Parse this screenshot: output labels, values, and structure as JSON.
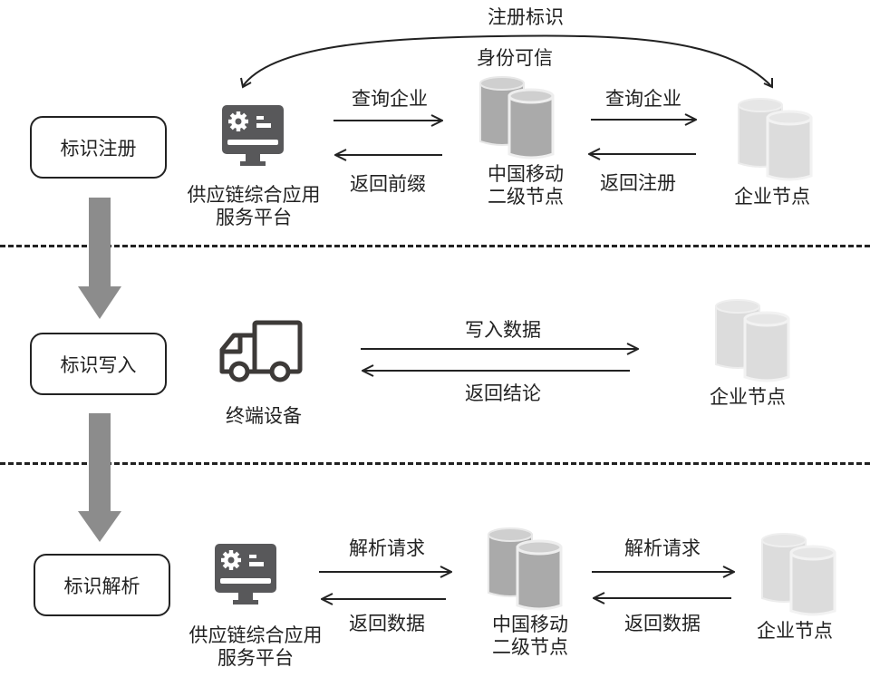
{
  "stages": [
    {
      "label": "标识注册"
    },
    {
      "label": "标识写入"
    },
    {
      "label": "标识解析"
    }
  ],
  "registration": {
    "top_arc_label": "注册标识",
    "identity_label": "身份可信",
    "platform_label_line1": "供应链综合应用",
    "platform_label_line2": "服务平台",
    "secondary_node_line1": "中国移动",
    "secondary_node_line2": "二级节点",
    "enterprise_node_label": "企业节点",
    "arrow1_forward": "查询企业",
    "arrow1_back": "返回前缀",
    "arrow2_forward": "查询企业",
    "arrow2_back": "返回注册"
  },
  "writing": {
    "device_label": "终端设备",
    "enterprise_node_label": "企业节点",
    "arrow_forward": "写入数据",
    "arrow_back": "返回结论"
  },
  "resolution": {
    "platform_label_line1": "供应链综合应用",
    "platform_label_line2": "服务平台",
    "secondary_node_line1": "中国移动",
    "secondary_node_line2": "二级节点",
    "enterprise_node_label": "企业节点",
    "arrow1_forward": "解析请求",
    "arrow1_back": "返回数据",
    "arrow2_forward": "解析请求",
    "arrow2_back": "返回数据"
  },
  "icons": {
    "platform": "monitor-gear-icon",
    "secondary_node": "database-dark-icon",
    "enterprise_node": "database-light-icon",
    "device": "truck-icon"
  },
  "colors": {
    "line": "#222222",
    "flow_arrow": "#8c8c8c",
    "monitor": "#58585a",
    "db_dark": "#aaaaaa",
    "db_dark_top": "#cfcfcf",
    "db_light": "#dcdcdc",
    "db_light_top": "#e6e6e6",
    "truck": "#3d3a38"
  }
}
